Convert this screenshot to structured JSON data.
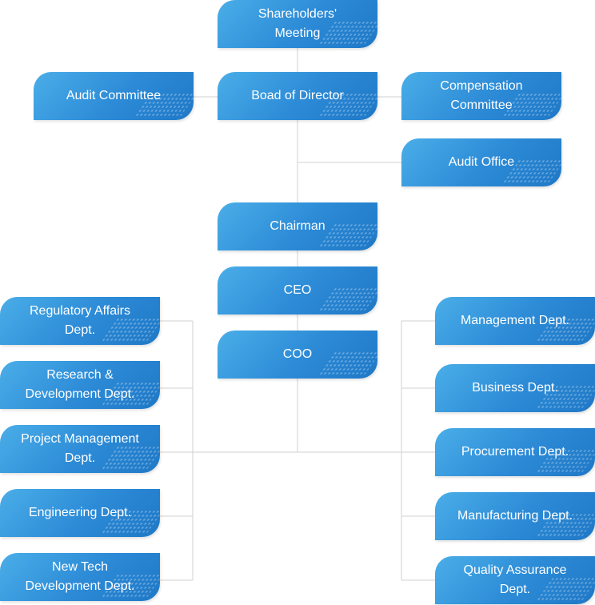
{
  "org_chart": {
    "shareholders": "Shareholders'\nMeeting",
    "board": "Boad of Director",
    "audit_committee": "Audit Committee",
    "compensation_committee": "Compensation\nCommittee",
    "audit_office": "Audit Office",
    "chairman": "Chairman",
    "ceo": "CEO",
    "coo": "COO",
    "left_depts": [
      "Regulatory Affairs\nDept.",
      "Research &\nDevelopment Dept.",
      "Project Management\nDept.",
      "Engineering Dept.",
      "New Tech\nDevelopment Dept."
    ],
    "right_depts": [
      "Management Dept.",
      "Business Dept.",
      "Procurement Dept.",
      "Manufacturing Dept.",
      "Quality Assurance\nDept."
    ]
  },
  "colors": {
    "node_light": "#4aaee8",
    "node_dark": "#1f78c6",
    "connector": "#d0d0d0",
    "text": "#ffffff"
  }
}
